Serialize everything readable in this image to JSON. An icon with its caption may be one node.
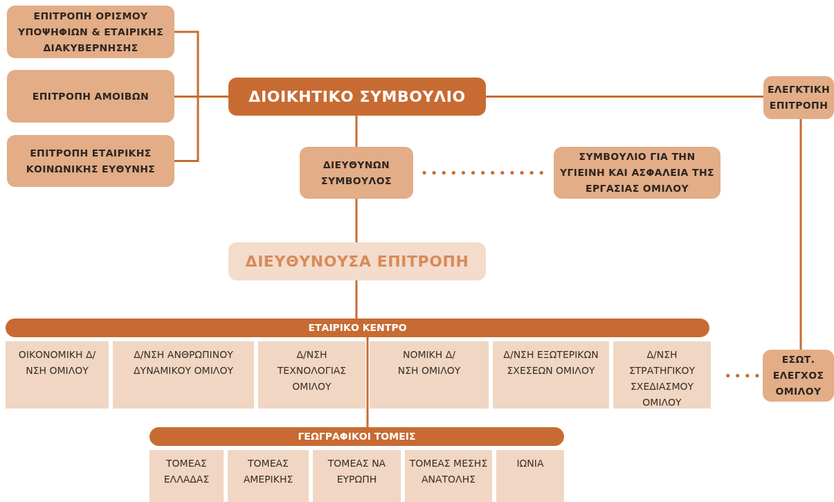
{
  "diagram": {
    "nodes": [
      {
        "text": [
          "ΕΠΙΤΡΟΠΗ ΟΡΙΣΜΟΥ ΥΠΟΨΗΦΙΩΝ & ΕΤΑΙΡΙΚΗΣ ΔΙΑΚΥΒΕΡΝΗΣΗΣ"
        ]
      },
      {
        "text": [
          "ΕΠΙΤΡΟΠΗ ΑΜΟΙΒΩΝ"
        ]
      },
      {
        "text": [
          "ΕΠΙΤΡΟΠΗ ΕΤΑΙΡΙΚΗΣ ΚΟΙΝΩΝΙΚΗΣ ΕΥΘΥΝΗΣ"
        ]
      },
      {
        "text": [
          "ΔΙΟΙΚΗΤΙΚΟ ΣΥΜΒΟΥΛΙΟ"
        ]
      },
      {
        "text": [
          "ΕΛΕΓΚΤΙΚΗ ΕΠΙΤΡΟΠΗ"
        ]
      },
      {
        "text": [
          "ΔΙΕΥΘΥΝΩΝ ΣΥΜΒΟΥΛΟΣ"
        ]
      },
      {
        "text": [
          "ΣΥΜΒΟΥΛΙΟ ΓΙΑ ΤΗΝ ΥΓΙΕΙΝΗ ΚΑΙ ΑΣΦΑΛΕΙΑ ΤΗΣ ΕΡΓΑΣΙΑΣ ΟΜΙΛΟΥ"
        ]
      },
      {
        "text": [
          "ΔΙΕΥΘΥΝΟΥΣΑ ΕΠΙΤΡΟΠΗ"
        ]
      },
      {
        "text": [
          "ΕΤΑΙΡΙΚΟ ΚΕΝΤΡΟ"
        ]
      },
      {
        "text": [
          "ΟΙΚΟΝΟΜΙΚΗ Δ/ΝΣΗ ΟΜΙΛΟΥ"
        ]
      },
      {
        "text": [
          "Δ/ΝΣΗ ΑΝΘΡΩΠΙΝΟΥ ΔΥΝΑΜΙΚΟΥ ΟΜΙΛΟΥ"
        ]
      },
      {
        "text": [
          "Δ/ΝΣΗ ΤΕΧΝΟΛΟΓΙΑΣ ΟΜΙΛΟΥ"
        ]
      },
      {
        "text": [
          "ΝΟΜΙΚΗ Δ/ΝΣΗ ΟΜΙΛΟΥ"
        ]
      },
      {
        "text": [
          "Δ/ΝΣΗ ΕΞΩΤΕΡΙΚΩΝ ΣΧΕΣΕΩΝ ΟΜΙΛΟΥ"
        ]
      },
      {
        "text": [
          "Δ/ΝΣΗ ΣΤΡΑΤΗΓΙΚΟΥ ΣΧΕΔΙΑΣΜΟΥ ΟΜΙΛΟΥ"
        ]
      },
      {
        "text": [
          "ΕΣΩΤ. ΕΛΕΓΧΟΣ ΟΜΙΛΟΥ"
        ]
      },
      {
        "text": [
          "ΓΕΩΓΡΑΦΙΚΟΙ ΤΟΜΕΙΣ"
        ]
      },
      {
        "text": [
          "ΤΟΜΕΑΣ ΕΛΛΑΔΑΣ"
        ]
      },
      {
        "text": [
          "ΤΟΜΕΑΣ ΑΜΕΡΙΚΗΣ"
        ]
      },
      {
        "text": [
          "ΤΟΜΕΑΣ ΝΑ ΕΥΡΩΠΗ"
        ]
      },
      {
        "text": [
          "ΤΟΜΕΑΣ ΜΕΣΗΣ ΑΝΑΤΟΛΗΣ"
        ]
      },
      {
        "text": [
          "ΙΩΝΙΑ"
        ]
      }
    ],
    "edges": [
      {
        "from": 0,
        "to": 3,
        "arrow": "none"
      },
      {
        "from": 1,
        "to": 3,
        "arrow": "none"
      },
      {
        "from": 2,
        "to": 3,
        "arrow": "none"
      },
      {
        "from": 3,
        "to": 4,
        "arrow": "none"
      },
      {
        "from": 3,
        "to": 5,
        "arrow": "none"
      },
      {
        "from": 5,
        "to": 6,
        "arrow": "none",
        "style": "dashed"
      },
      {
        "from": 5,
        "to": 7,
        "arrow": "none"
      },
      {
        "from": 7,
        "to": 8,
        "arrow": "none"
      },
      {
        "from": 4,
        "to": 15,
        "arrow": "none"
      },
      {
        "from": 15,
        "to": 14,
        "arrow": "none",
        "style": "dashed"
      },
      {
        "from": 8,
        "to": 16,
        "arrow": "none"
      }
    ]
  }
}
